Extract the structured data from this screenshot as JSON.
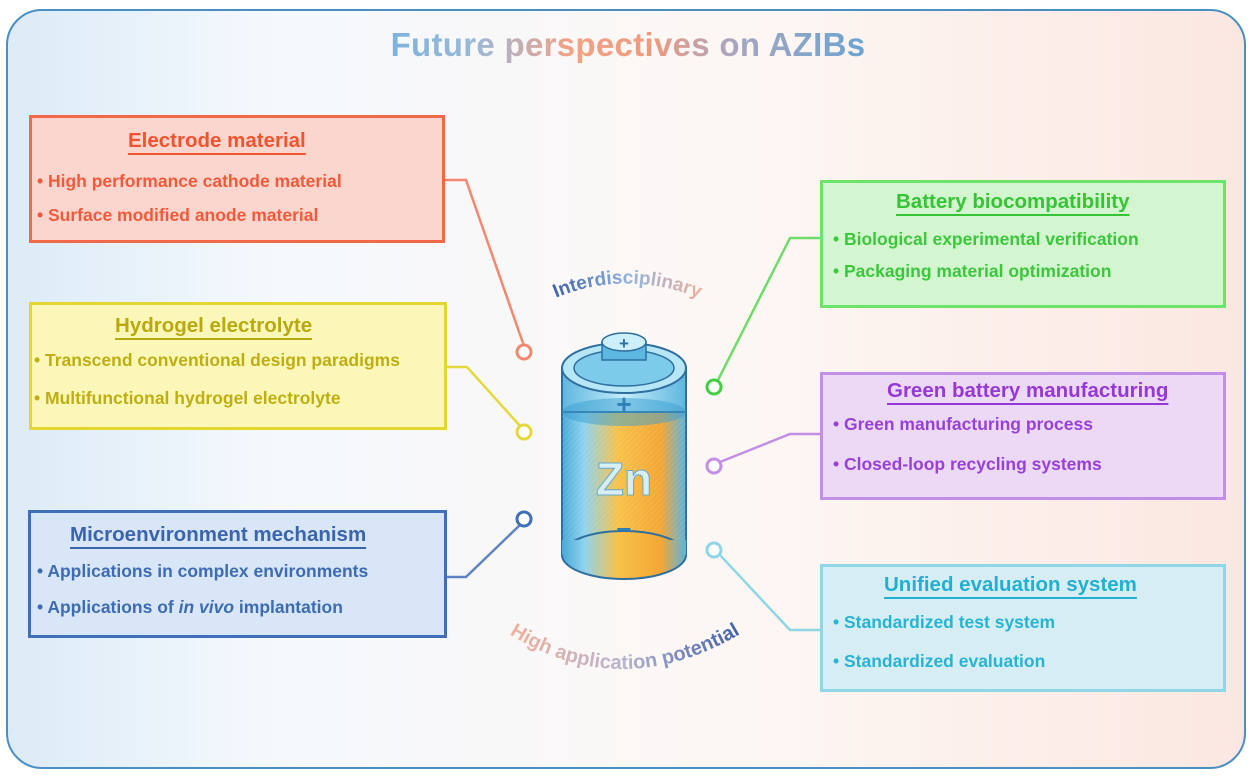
{
  "title": {
    "text": "Future perspectives on AZIBs"
  },
  "center": {
    "label_top": "Interdisciplinary",
    "label_bottom": "High application potential",
    "battery_label": "Zn",
    "plus": "+",
    "minus": "−"
  },
  "left_boxes": [
    {
      "title": "Electrode material",
      "bullets": [
        "• High performance cathode material",
        "• Surface modified anode material"
      ],
      "color": "#f06a4a",
      "fill": "#fbd6cf"
    },
    {
      "title": "Hydrogel electrolyte",
      "bullets": [
        "• Transcend conventional design paradigms",
        "•  Multifunctional hydrogel electrolyte"
      ],
      "color": "#c8bd1c",
      "fill": "#faf7b9"
    },
    {
      "title": "Microenvironment mechanism",
      "bullets_a": [
        "• Applications in complex environments"
      ],
      "bullet_b_prefix": "• Applications of ",
      "bullet_b_italic": "in vivo",
      "bullet_b_suffix": " implantation",
      "color": "#3f6fb8",
      "fill": "#d8e6f8"
    }
  ],
  "right_boxes": [
    {
      "title": "Battery biocompatibility",
      "bullets": [
        "• Biological experimental verification",
        "• Packaging material optimization"
      ],
      "color": "#3fcf3f",
      "fill": "#d3f6d0"
    },
    {
      "title": "Green battery manufacturing",
      "bullets": [
        "• Green manufacturing process",
        "• Closed-loop recycling systems"
      ],
      "color": "#9b3fd9",
      "fill": "#ecd9f6"
    },
    {
      "title": "Unified evaluation system",
      "bullets": [
        "• Standardized test system",
        "• Standardized evaluation"
      ],
      "color": "#2bb9d6",
      "fill": "#d6eef3"
    }
  ]
}
